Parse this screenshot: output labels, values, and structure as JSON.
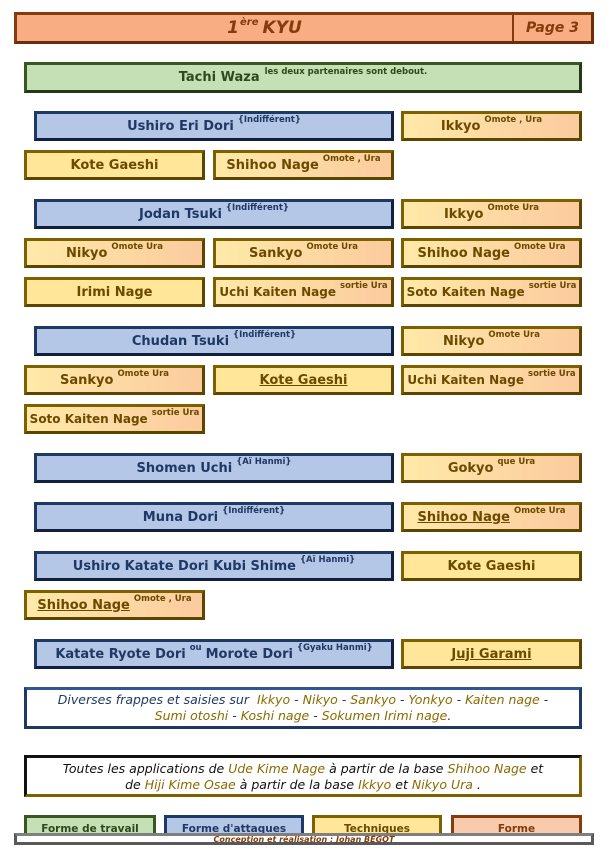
{
  "header": {
    "title_prefix": "1",
    "title_sup": "ère",
    "title_main": "KYU",
    "page": "Page 3"
  },
  "section": {
    "title": "Tachi Waza",
    "subtitle": "les deux partenaires sont debout."
  },
  "groups": [
    {
      "attack": "Ushiro Eri Dori",
      "attack_sup": "{Indifférent}",
      "techniques": [
        {
          "name": "Ikkyo",
          "sup": "Omote , Ura"
        },
        {
          "name": "Kote Gaeshi",
          "sup": ""
        },
        {
          "name": "Shihoo Nage",
          "sup": "Omote , Ura"
        }
      ]
    },
    {
      "attack": "Jodan Tsuki",
      "attack_sup": "{Indifférent}",
      "techniques": [
        {
          "name": "Ikkyo",
          "sup": "Omote Ura"
        },
        {
          "name": "Nikyo",
          "sup": "Omote Ura"
        },
        {
          "name": "Sankyo",
          "sup": "Omote Ura"
        },
        {
          "name": "Shihoo Nage",
          "sup": "Omote Ura"
        },
        {
          "name": "Irimi Nage",
          "sup": ""
        },
        {
          "name": "Uchi Kaiten Nage",
          "sup": "sortie Ura"
        },
        {
          "name": "Soto Kaiten Nage",
          "sup": "sortie Ura"
        }
      ]
    },
    {
      "attack": "Chudan Tsuki",
      "attack_sup": "{Indifférent}",
      "techniques": [
        {
          "name": "Nikyo",
          "sup": "Omote Ura"
        },
        {
          "name": "Sankyo",
          "sup": "Omote Ura"
        },
        {
          "name": "Kote Gaeshi",
          "sup": ""
        },
        {
          "name": "Uchi Kaiten Nage",
          "sup": "sortie Ura"
        },
        {
          "name": "Soto Kaiten Nage",
          "sup": "sortie Ura"
        }
      ]
    },
    {
      "attack": "Shomen Uchi",
      "attack_sup": "{Aï Hanmi}",
      "techniques": [
        {
          "name": "Gokyo",
          "sup": "que Ura"
        }
      ]
    },
    {
      "attack": "Muna Dori",
      "attack_sup": "{Indifférent}",
      "techniques": [
        {
          "name": "Shihoo Nage",
          "sup": "Omote Ura"
        }
      ]
    },
    {
      "attack": "Ushiro Katate Dori Kubi Shime",
      "attack_sup": "{Aï Hanmi}",
      "techniques": [
        {
          "name": "Kote Gaeshi",
          "sup": ""
        },
        {
          "name": "Shihoo Nage",
          "sup": "Omote , Ura"
        }
      ]
    },
    {
      "attack": "Katate Ryote Dori",
      "attack_connector": "ou",
      "attack_part2": "Morote Dori",
      "attack_sup": "{Gyaku Hanmi}",
      "techniques": [
        {
          "name": "Juji Garami",
          "sup": ""
        }
      ]
    }
  ],
  "note1": {
    "p1": "Diverses frappes et saisies  sur",
    "items": [
      "Ikkyo",
      "Nikyo",
      "Sankyo",
      "Yonkyo",
      "Kaiten nage",
      "Sumi otoshi",
      "Koshi nage",
      "Sokumen Irimi nage"
    ],
    "sep": "-",
    "end": "."
  },
  "note2": {
    "a": "Toutes les applications de",
    "b": "Ude Kime Nage",
    "c": "à partir de la base",
    "d": "Shihoo Nage",
    "e": "et",
    "f": "de",
    "g": "Hiji Kime Osae",
    "h": "à partir de la base",
    "i": "Ikkyo",
    "j": "et",
    "k": "Nikyo Ura",
    "l": "."
  },
  "legend": [
    "Forme de travail",
    "Forme d'attaques",
    "Techniques",
    "Forme"
  ],
  "footer": "Conception et réalisation : Johan BÉGOT",
  "colors": {
    "attack_fill": "#b4c7e7",
    "technique_fill": "#ffe699",
    "section_fill": "#c5e0b4",
    "header_fill": "#f8ad82"
  }
}
